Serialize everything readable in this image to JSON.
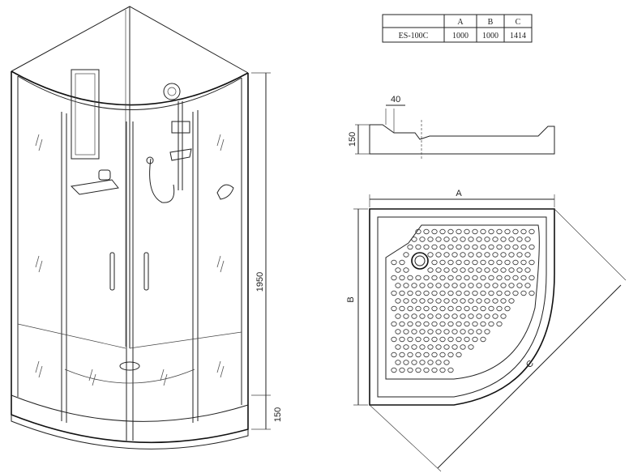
{
  "spec_table": {
    "headers": [
      "",
      "A",
      "B",
      "C"
    ],
    "rows": [
      [
        "ES-100C",
        "1000",
        "1000",
        "1414"
      ]
    ]
  },
  "dimensions": {
    "height_total": "1950",
    "tray_height": "150",
    "profile_height": "150",
    "profile_depth": "40",
    "label_a": "A",
    "label_b": "B",
    "label_c": "C"
  }
}
